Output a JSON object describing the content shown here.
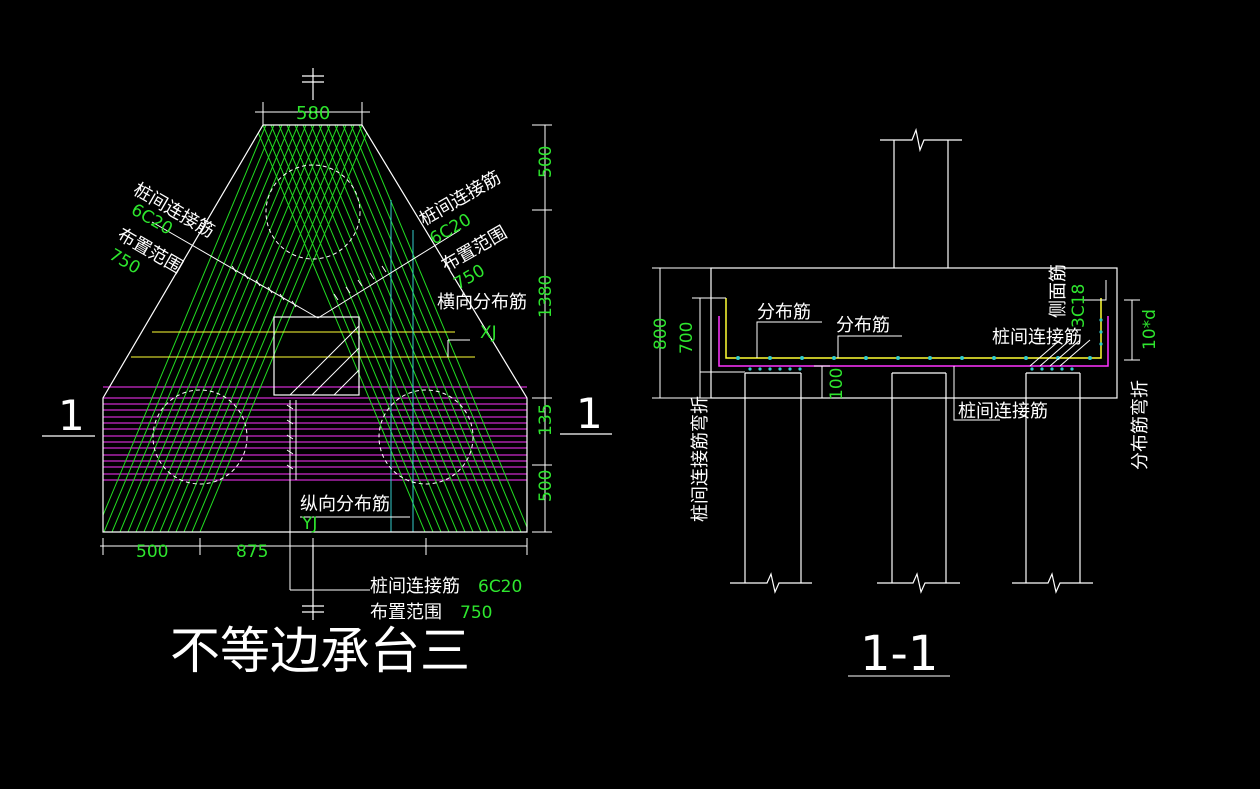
{
  "colors": {
    "background": "#000000",
    "line": "#ffffff",
    "rebar_green": "#22dd22",
    "dim_green": "#2ee62e",
    "magenta": "#ff33ff",
    "yellow": "#ffff33",
    "cyan": "#33cccc"
  },
  "plan": {
    "title": "不等边承台三",
    "section_mark_left": "1",
    "section_mark_right": "1",
    "dims": {
      "top_width": "580",
      "right_top": "500",
      "right_mid": "1380",
      "right_small": "135",
      "right_bottom": "500",
      "bottom_left": "500",
      "bottom_mid": "875"
    },
    "labels": {
      "left_connect": "桩间连接筋",
      "left_connect_spec": "6C20",
      "left_range": "布置范围",
      "left_range_value": "750",
      "right_connect": "桩间连接筋",
      "right_connect_spec": "6C20",
      "right_range": "布置范围",
      "right_range_value": "750",
      "transverse": "横向分布筋",
      "transverse_code": "XJ",
      "longitudinal": "纵向分布筋",
      "longitudinal_code": "YJ",
      "bottom_connect": "桩间连接筋",
      "bottom_connect_spec": "6C20",
      "bottom_range": "布置范围",
      "bottom_range_value": "750"
    }
  },
  "section": {
    "title": "1-1",
    "dims": {
      "height_total": "800",
      "height_inner": "700",
      "pile_embed": "100",
      "bend_len": "10*d"
    },
    "labels": {
      "dist1": "分布筋",
      "dist2": "分布筋",
      "connect_top": "桩间连接筋",
      "side_bar": "侧面筋",
      "side_bar_spec": "3C18",
      "connect_bottom": "桩间连接筋",
      "left_vertical": "桩间连接筋弯折",
      "right_vertical": "分布筋弯折"
    }
  }
}
